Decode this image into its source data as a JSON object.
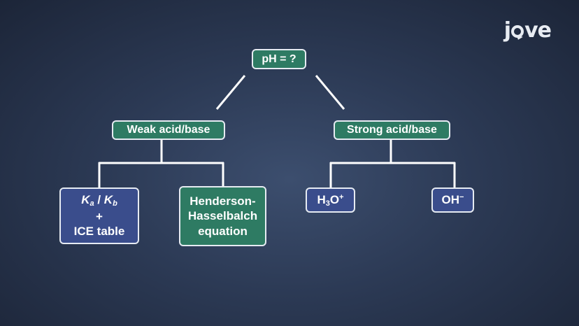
{
  "brand": {
    "logo_left": "j",
    "logo_right": "ve",
    "logo_icon": "speech-bubble-o-icon"
  },
  "diagram": {
    "root": "pH = ?",
    "weak": "Weak acid/base",
    "strong": "Strong acid/base",
    "ka_kb": {
      "k1": "K",
      "k1_sub": "a",
      "slash": " / ",
      "k2": "K",
      "k2_sub": "b",
      "plus": "+",
      "ice": "ICE table"
    },
    "henderson": {
      "line1": "Henderson-",
      "line2": "Hasselbalch",
      "line3": "equation"
    },
    "h3o": {
      "h": "H",
      "sub": "3",
      "o": "O",
      "sup": "+"
    },
    "oh": {
      "text": "OH",
      "sup": "−"
    }
  },
  "colors": {
    "green_box": "#2e7b63",
    "blue_box": "#3a4d8c",
    "border": "#e6ebf2",
    "background": "#2c3a55"
  }
}
